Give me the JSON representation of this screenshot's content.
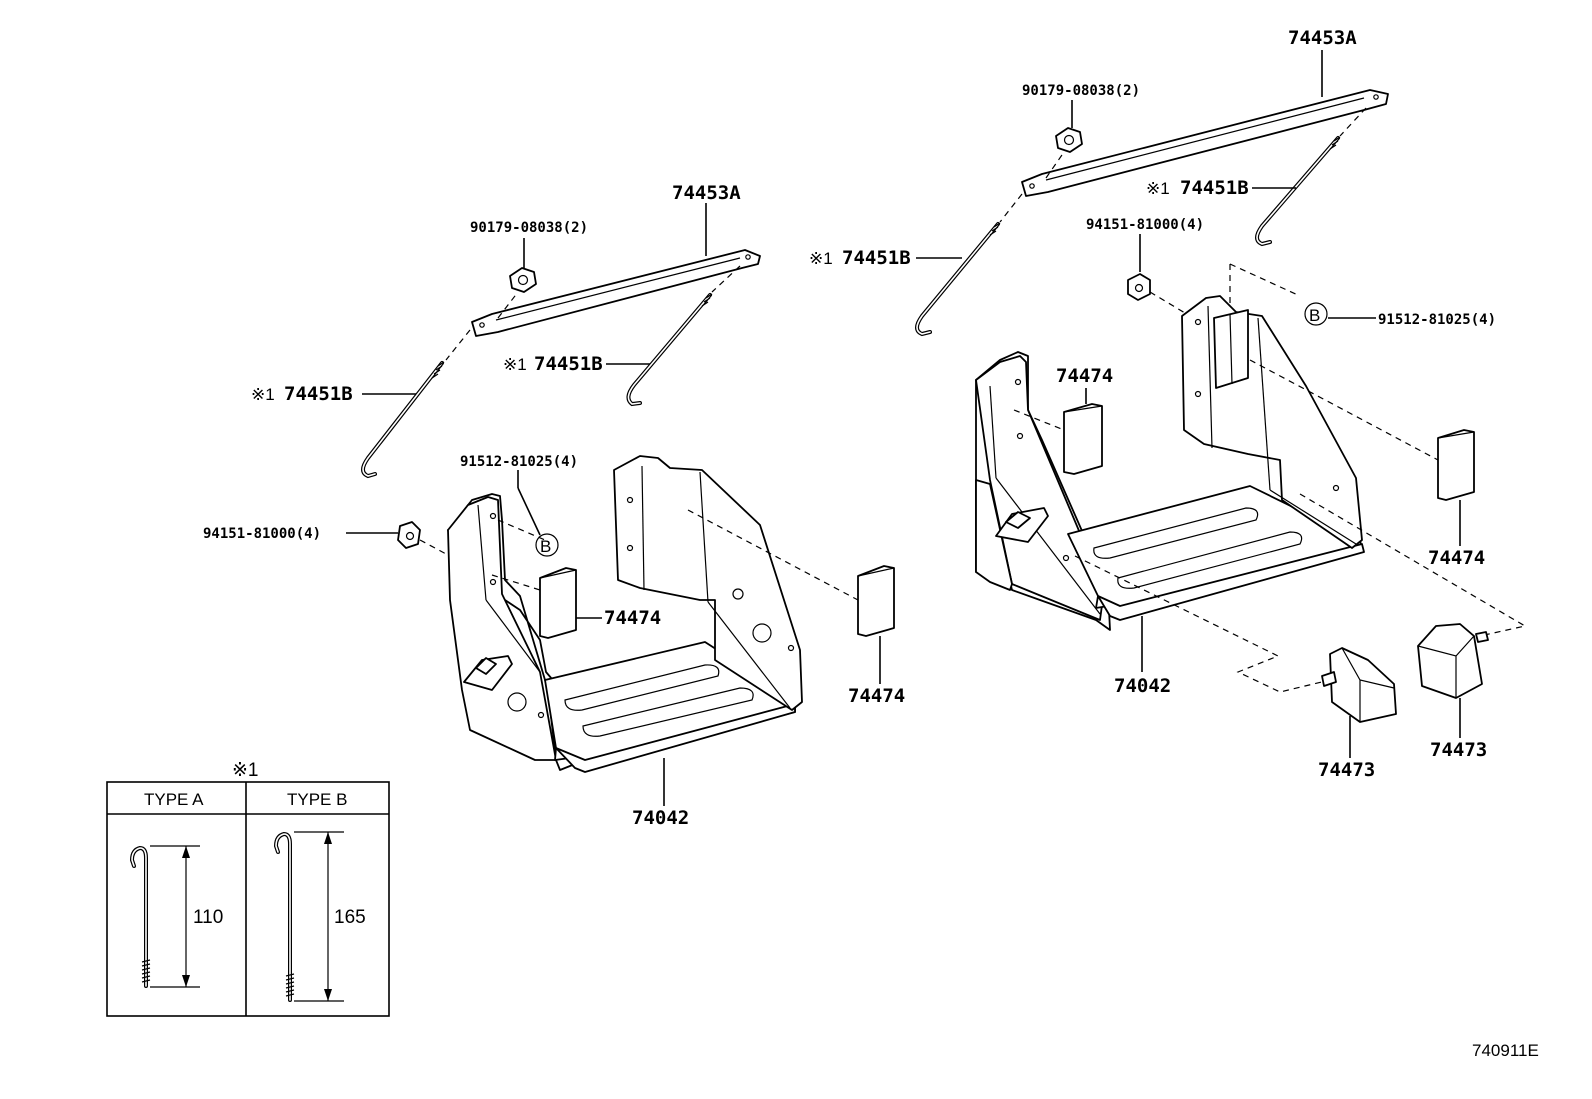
{
  "diagram": {
    "figure_code": "740911E",
    "left_assembly": {
      "stay_label": "74453A",
      "nut_label": "90179-08038(2)",
      "rod_left_label": "74451B",
      "rod_right_label": "74451B",
      "rod_marker": "※1",
      "nut2_label": "94151-81000(4)",
      "bolt_label": "91512-81025(4)",
      "circle_b": "B",
      "pad_mid_label": "74474",
      "pad_right_label": "74474",
      "carrier_label": "74042"
    },
    "right_assembly": {
      "stay_label": "74453A",
      "nut_label": "90179-08038(2)",
      "rod_upper_label": "74451B",
      "rod_left_label": "74451B",
      "rod_marker": "※1",
      "nut2_label": "94151-81000(4)",
      "circle_b": "B",
      "bolt_label": "91512-81025(4)",
      "pad_inner_label": "74474",
      "pad_outer_label": "74474",
      "carrier_label": "74042",
      "block_left_label": "74473",
      "block_right_label": "74473"
    },
    "legend": {
      "marker": "※1",
      "types": [
        {
          "name": "TYPE A",
          "dimension": "110"
        },
        {
          "name": "TYPE B",
          "dimension": "165"
        }
      ]
    }
  }
}
